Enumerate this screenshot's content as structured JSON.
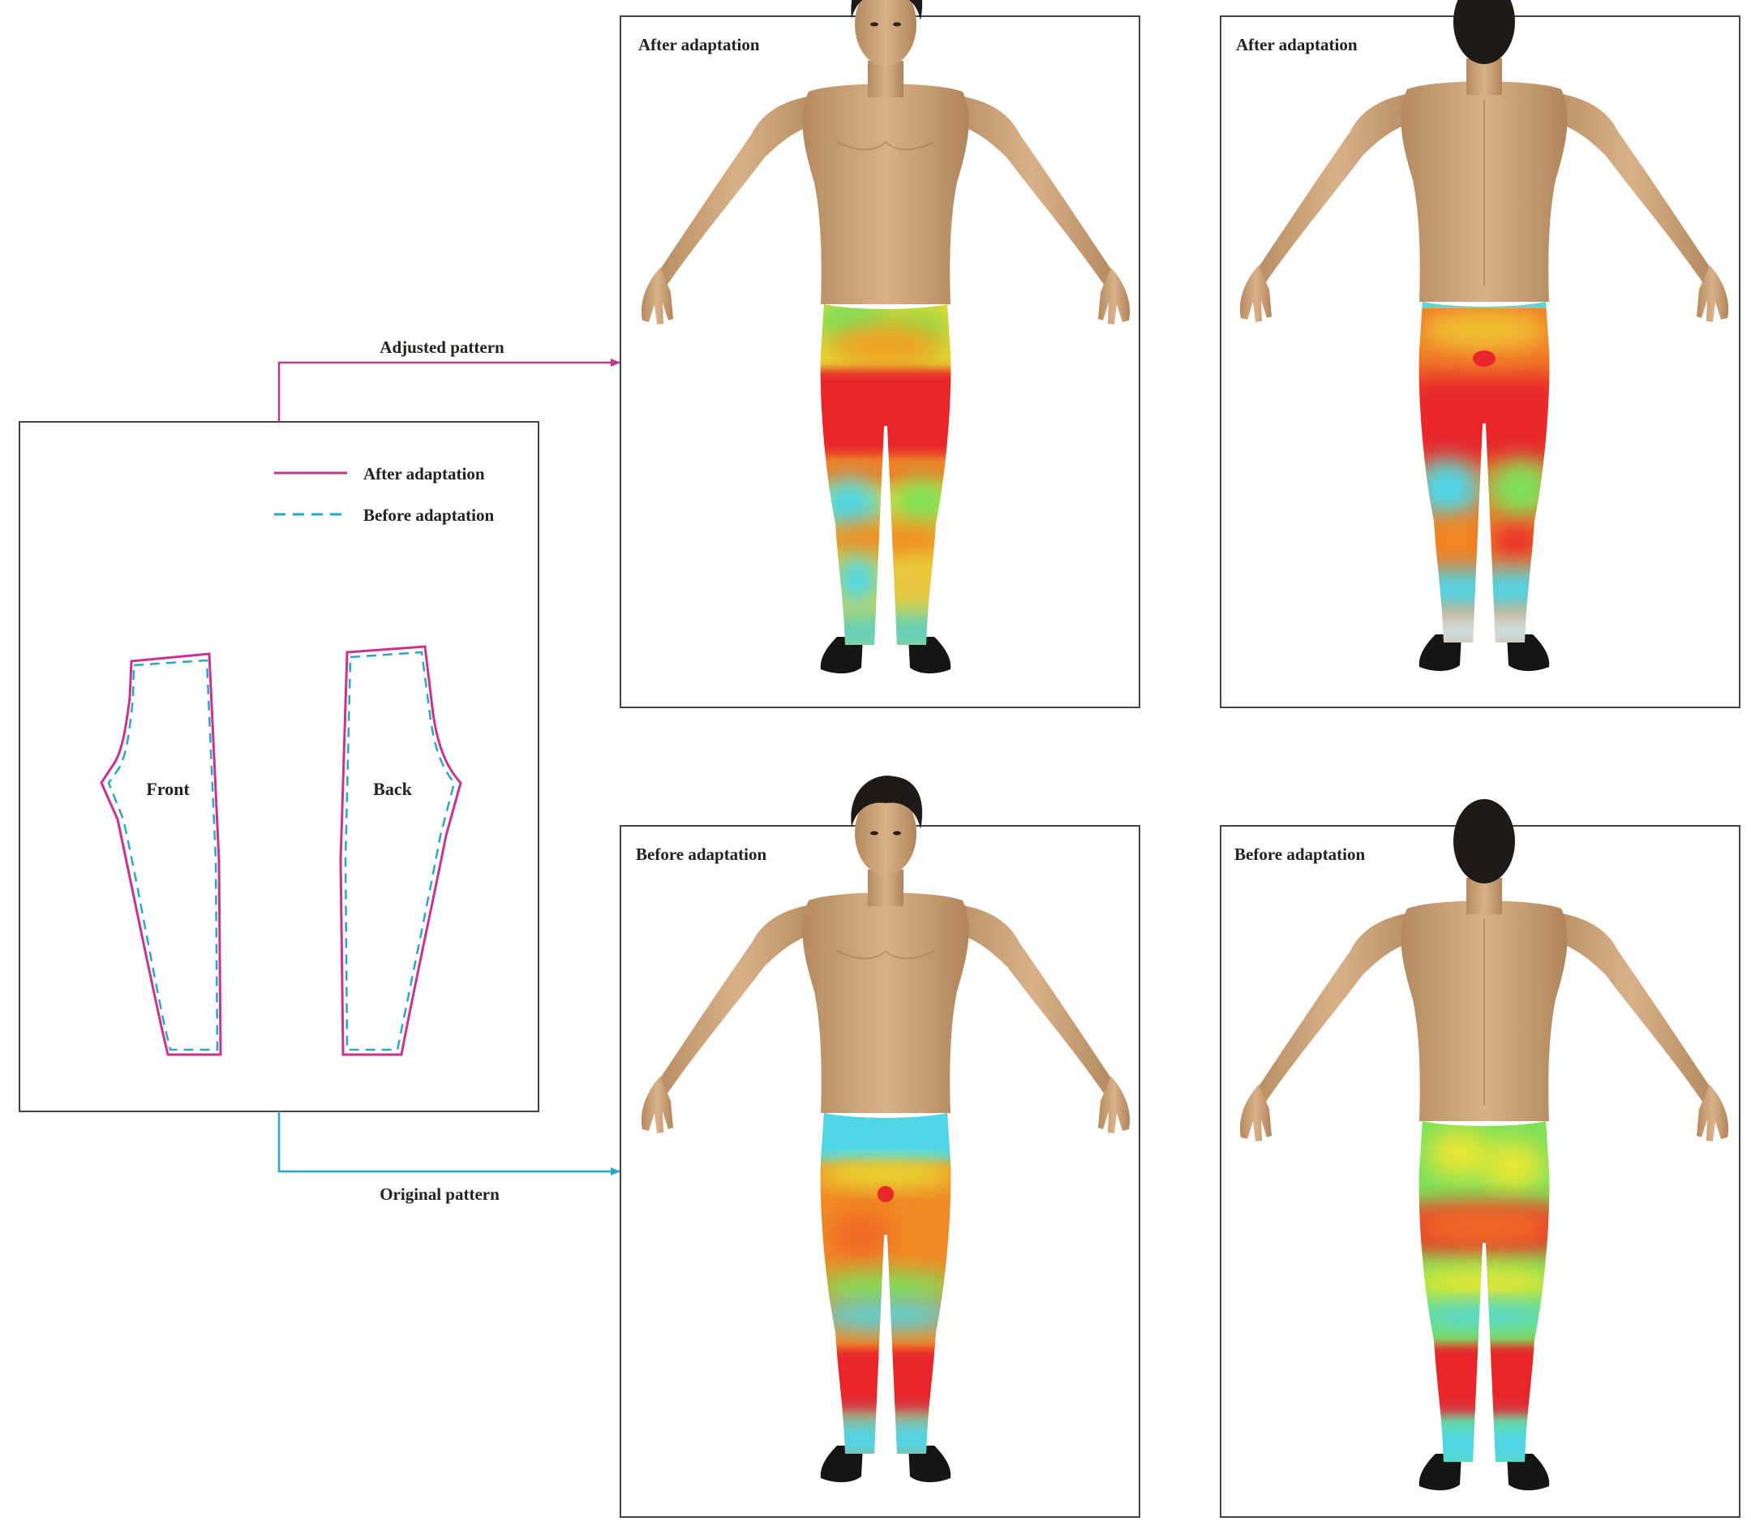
{
  "pattern_panel": {
    "legend": {
      "after": {
        "label": "After adaptation",
        "color": "#c8338f",
        "style": "solid"
      },
      "before": {
        "label": "Before adaptation",
        "color": "#2ba6c9",
        "style": "dashed"
      }
    },
    "pieces": {
      "front": "Front",
      "back": "Back"
    }
  },
  "arrows": {
    "adjusted": {
      "label": "Adjusted pattern",
      "color": "#c8338f"
    },
    "original": {
      "label": "Original pattern",
      "color": "#2ba6c9"
    }
  },
  "panels": [
    {
      "title": "After adaptation",
      "view": "front"
    },
    {
      "title": "After adaptation",
      "view": "back"
    },
    {
      "title": "Before adaptation",
      "view": "front"
    },
    {
      "title": "Before adaptation",
      "view": "back"
    }
  ],
  "heatmap_colors": {
    "red": "#e8262b",
    "orange": "#f08a24",
    "yellow": "#e6e634",
    "green": "#7ee05a",
    "cyan": "#4fd6e6"
  }
}
